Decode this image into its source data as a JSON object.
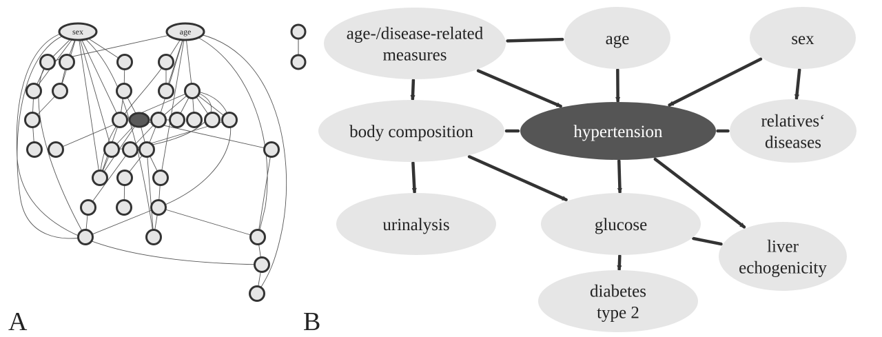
{
  "panel_labels": {
    "a": "A",
    "b": "B"
  },
  "panel_a": {
    "sex_label": "sex",
    "age_label": "age"
  },
  "panel_b": {
    "nodes": [
      {
        "id": "measures",
        "lines": [
          "age-/disease-related",
          "measures"
        ]
      },
      {
        "id": "age",
        "lines": [
          "age"
        ]
      },
      {
        "id": "sex",
        "lines": [
          "sex"
        ]
      },
      {
        "id": "body",
        "lines": [
          "body composition"
        ]
      },
      {
        "id": "hyper",
        "lines": [
          "hypertension"
        ]
      },
      {
        "id": "relatives",
        "lines": [
          "relatives‘",
          "diseases"
        ]
      },
      {
        "id": "urinalysis",
        "lines": [
          "urinalysis"
        ]
      },
      {
        "id": "glucose",
        "lines": [
          "glucose"
        ]
      },
      {
        "id": "liver",
        "lines": [
          "liver",
          "echogenicity"
        ]
      },
      {
        "id": "diabetes",
        "lines": [
          "diabetes",
          "type 2"
        ]
      }
    ],
    "edges": [
      {
        "from": "measures",
        "to": "age",
        "directed": false
      },
      {
        "from": "measures",
        "to": "body",
        "directed": true
      },
      {
        "from": "measures",
        "to": "hyper",
        "directed": true
      },
      {
        "from": "age",
        "to": "hyper",
        "directed": true
      },
      {
        "from": "sex",
        "to": "hyper",
        "directed": true
      },
      {
        "from": "sex",
        "to": "relatives",
        "directed": true
      },
      {
        "from": "body",
        "to": "hyper",
        "directed": false
      },
      {
        "from": "hyper",
        "to": "relatives",
        "directed": false
      },
      {
        "from": "body",
        "to": "urinalysis",
        "directed": true
      },
      {
        "from": "body",
        "to": "glucose",
        "directed": true
      },
      {
        "from": "hyper",
        "to": "glucose",
        "directed": true
      },
      {
        "from": "hyper",
        "to": "liver",
        "directed": true
      },
      {
        "from": "glucose",
        "to": "liver",
        "directed": false
      },
      {
        "from": "glucose",
        "to": "diabetes",
        "directed": true
      }
    ],
    "colors": {
      "node_fill": "#e6e6e6",
      "highlight_fill": "#555555",
      "highlight_text": "#ffffff",
      "edge": "#333333",
      "text": "#222222"
    }
  }
}
